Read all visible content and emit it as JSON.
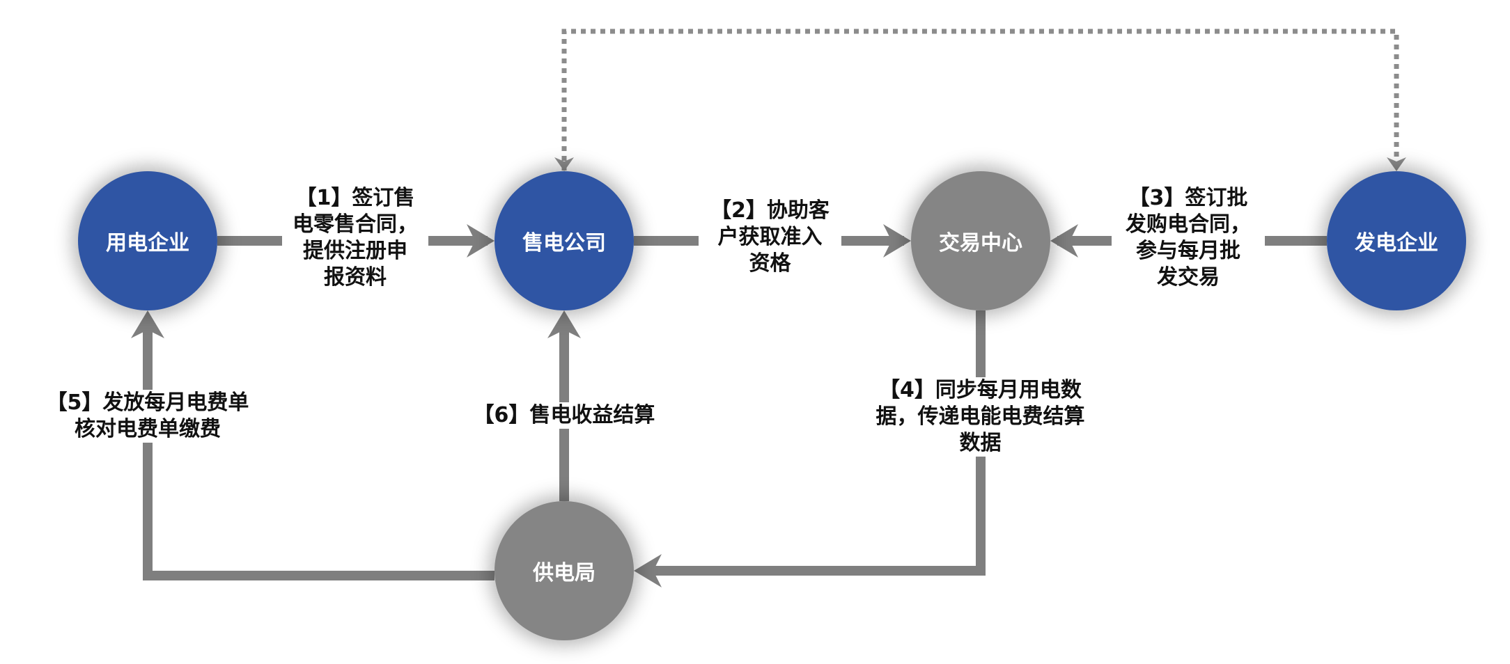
{
  "colors": {
    "node_blue": "#2f55a4",
    "node_gray": "#858585",
    "line_gray": "#7f7f7f",
    "dotted_gray": "#8c8c8c"
  },
  "nodes": {
    "user_enterprise": "用电企业",
    "sales_company": "售电公司",
    "trading_center": "交易中心",
    "generation_enterprise": "发电企业",
    "power_bureau": "供电局"
  },
  "edges": {
    "step1": "【1】签订售\n电零售合同，\n提供注册申\n报资料",
    "step2": "【2】协助客\n户获取准入\n资格",
    "step3": "【3】签订批\n发购电合同，\n参与每月批\n发交易",
    "step4": "【4】同步每月用电数\n据，传递电能电费结算\n数据",
    "step5": "【5】发放每月电费单\n核对电费单缴费",
    "step6": "【6】售电收益结算"
  }
}
